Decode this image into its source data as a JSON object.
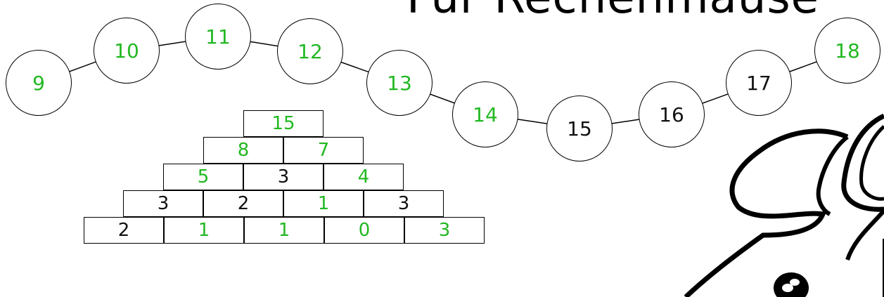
{
  "title": "Für Rechenmäuse",
  "colors": {
    "green": "#22b822",
    "black": "#111111"
  },
  "chain": [
    {
      "value": "9",
      "color": "green"
    },
    {
      "value": "10",
      "color": "green"
    },
    {
      "value": "11",
      "color": "green"
    },
    {
      "value": "12",
      "color": "green"
    },
    {
      "value": "13",
      "color": "green"
    },
    {
      "value": "14",
      "color": "green"
    },
    {
      "value": "15",
      "color": "black"
    },
    {
      "value": "16",
      "color": "black"
    },
    {
      "value": "17",
      "color": "black"
    },
    {
      "value": "18",
      "color": "green"
    }
  ],
  "pyramid": [
    [
      {
        "value": "15",
        "color": "green"
      }
    ],
    [
      {
        "value": "8",
        "color": "green"
      },
      {
        "value": "7",
        "color": "green"
      }
    ],
    [
      {
        "value": "5",
        "color": "green"
      },
      {
        "value": "3",
        "color": "black"
      },
      {
        "value": "4",
        "color": "green"
      }
    ],
    [
      {
        "value": "3",
        "color": "black"
      },
      {
        "value": "2",
        "color": "black"
      },
      {
        "value": "1",
        "color": "green"
      },
      {
        "value": "3",
        "color": "black"
      }
    ],
    [
      {
        "value": "2",
        "color": "black"
      },
      {
        "value": "1",
        "color": "green"
      },
      {
        "value": "1",
        "color": "green"
      },
      {
        "value": "0",
        "color": "green"
      },
      {
        "value": "3",
        "color": "green"
      }
    ]
  ]
}
